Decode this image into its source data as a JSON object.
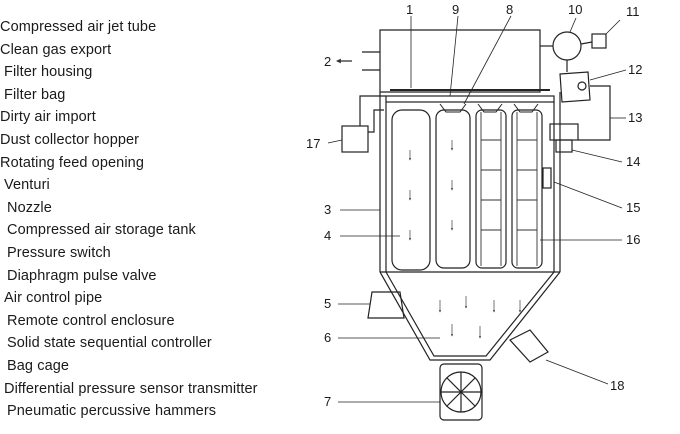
{
  "legend": [
    "Compressed air jet tube",
    "Clean gas export",
    "Filter housing",
    "Filter bag",
    "Dirty air import",
    "Dust collector hopper",
    "Rotating feed opening",
    "Venturi",
    "Nozzle",
    "Compressed air storage tank",
    "Pressure switch",
    "Diaphragm pulse valve",
    "Air control pipe",
    "Remote control enclosure",
    "Solid state sequential controller",
    "Bag cage",
    "Differential pressure sensor transmitter",
    "Pneumatic percussive hammers"
  ],
  "callouts": {
    "n1": "1",
    "n2": "2",
    "n3": "3",
    "n4": "4",
    "n5": "5",
    "n6": "6",
    "n7": "7",
    "n8": "8",
    "n9": "9",
    "n10": "10",
    "n11": "11",
    "n12": "12",
    "n13": "13",
    "n14": "14",
    "n15": "15",
    "n16": "16",
    "n17": "17",
    "n18": "18"
  }
}
